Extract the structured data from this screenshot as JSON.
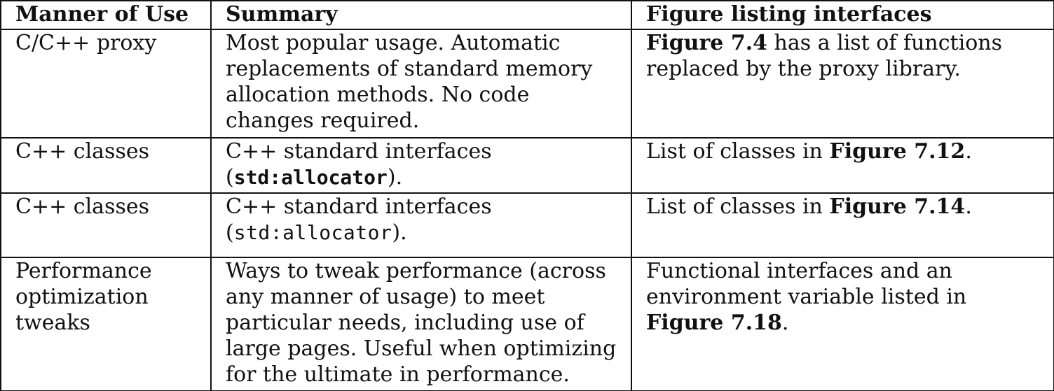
{
  "table": {
    "headers": [
      "Manner of Use",
      "Summary",
      "Figure listing interfaces"
    ],
    "rows": [
      {
        "manner": "C/C++ proxy",
        "summary": "Most popular usage. Automatic replacements of standard memory allocation methods. No code changes required.",
        "figure_ref": "Figure 7.4",
        "figure_text": " has a list of functions replaced by the proxy library."
      },
      {
        "manner": "C++ classes",
        "summary_prefix": "C++ standard interfaces (",
        "summary_code": "std:allocator",
        "summary_suffix": ").",
        "figure_prefix": "List of classes in ",
        "figure_ref": "Figure 7.12",
        "figure_suffix": "."
      },
      {
        "manner": "C++ classes",
        "summary_prefix": "C++ standard interfaces (",
        "summary_code": "std:allocator",
        "summary_suffix": ").",
        "figure_prefix": "List of classes in ",
        "figure_ref": "Figure 7.14",
        "figure_suffix": "."
      },
      {
        "manner": "Performance optimization tweaks",
        "summary": "Ways to tweak performance (across any manner of usage) to meet particular needs, including use of large pages. Useful when optimizing for the ultimate in performance.",
        "figure_prefix": "Functional interfaces and an environment variable listed in ",
        "figure_ref": "Figure 7.18",
        "figure_suffix": "."
      }
    ]
  }
}
